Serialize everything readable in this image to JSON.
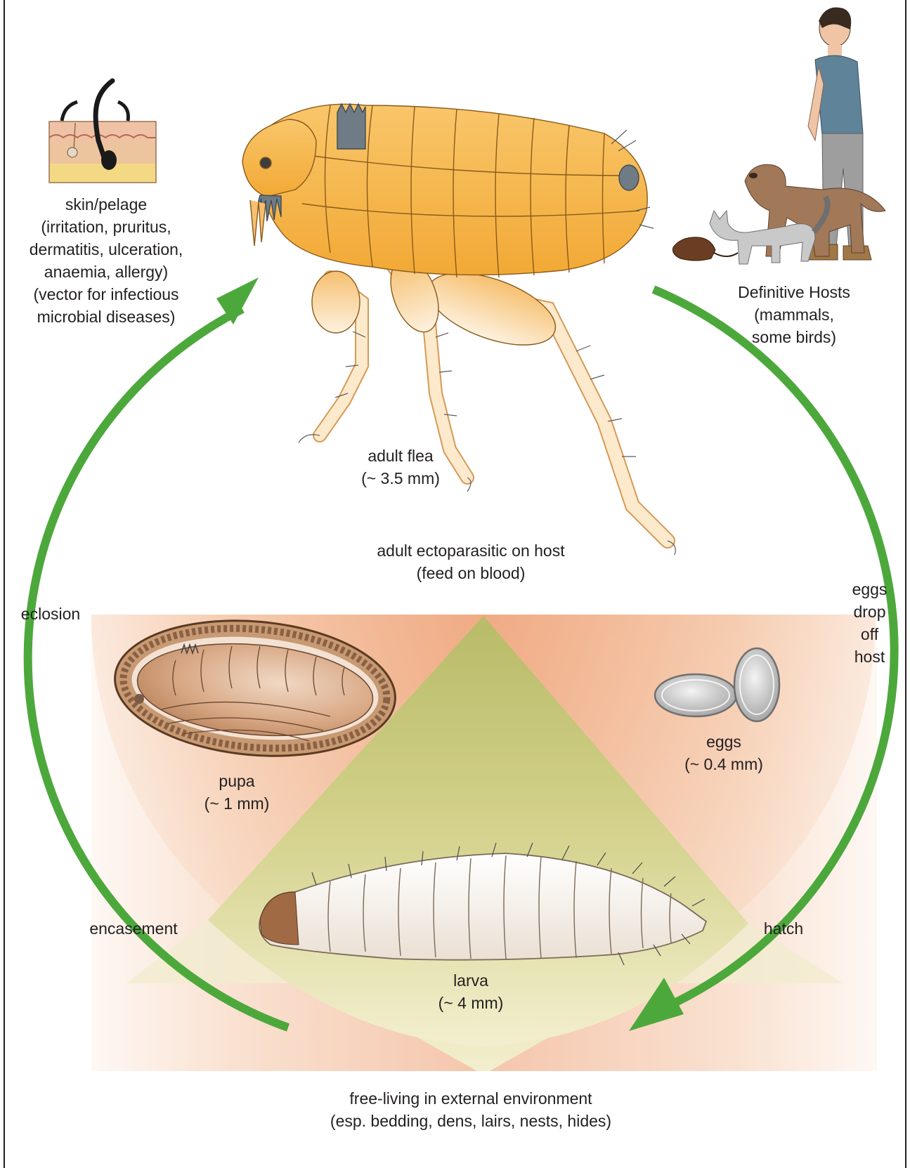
{
  "labels": {
    "skin": [
      "skin/pelage",
      "(irritation, pruritus,",
      "dermatitis, ulceration,",
      "anaemia, allergy)",
      "(vector for infectious",
      "microbial diseases)"
    ],
    "hosts": [
      "Definitive Hosts",
      "(mammals,",
      "some birds)"
    ],
    "adult": [
      "adult flea",
      "(~ 3.5 mm)"
    ],
    "adult_stage": [
      "adult ectoparasitic on host",
      "(feed on blood)"
    ],
    "eclosion": "eclosion",
    "eggs_drop": [
      "eggs",
      "drop",
      "off",
      "host"
    ],
    "pupa": [
      "pupa",
      "(~ 1 mm)"
    ],
    "eggs": [
      "eggs",
      "(~ 0.4 mm)"
    ],
    "larva": [
      "larva",
      "(~ 4 mm)"
    ],
    "encasement": "encasement",
    "hatch": "hatch",
    "free_living": [
      "free-living in external environment",
      "(esp. bedding, dens, lairs, nests, hides)"
    ]
  },
  "colors": {
    "arrow": "#4da83c",
    "flea_fill": "#f6b43c",
    "flea_light": "#fbd99a",
    "pupa_bg": "#f3c3a2",
    "larva_bg": "#d2cf8c",
    "larva_body": "#f6f1ea",
    "text": "#231f20"
  },
  "icons": [
    "skin-section-icon",
    "hosts-illustration",
    "flea-illustration",
    "pupa-illustration",
    "eggs-illustration",
    "larva-illustration"
  ]
}
